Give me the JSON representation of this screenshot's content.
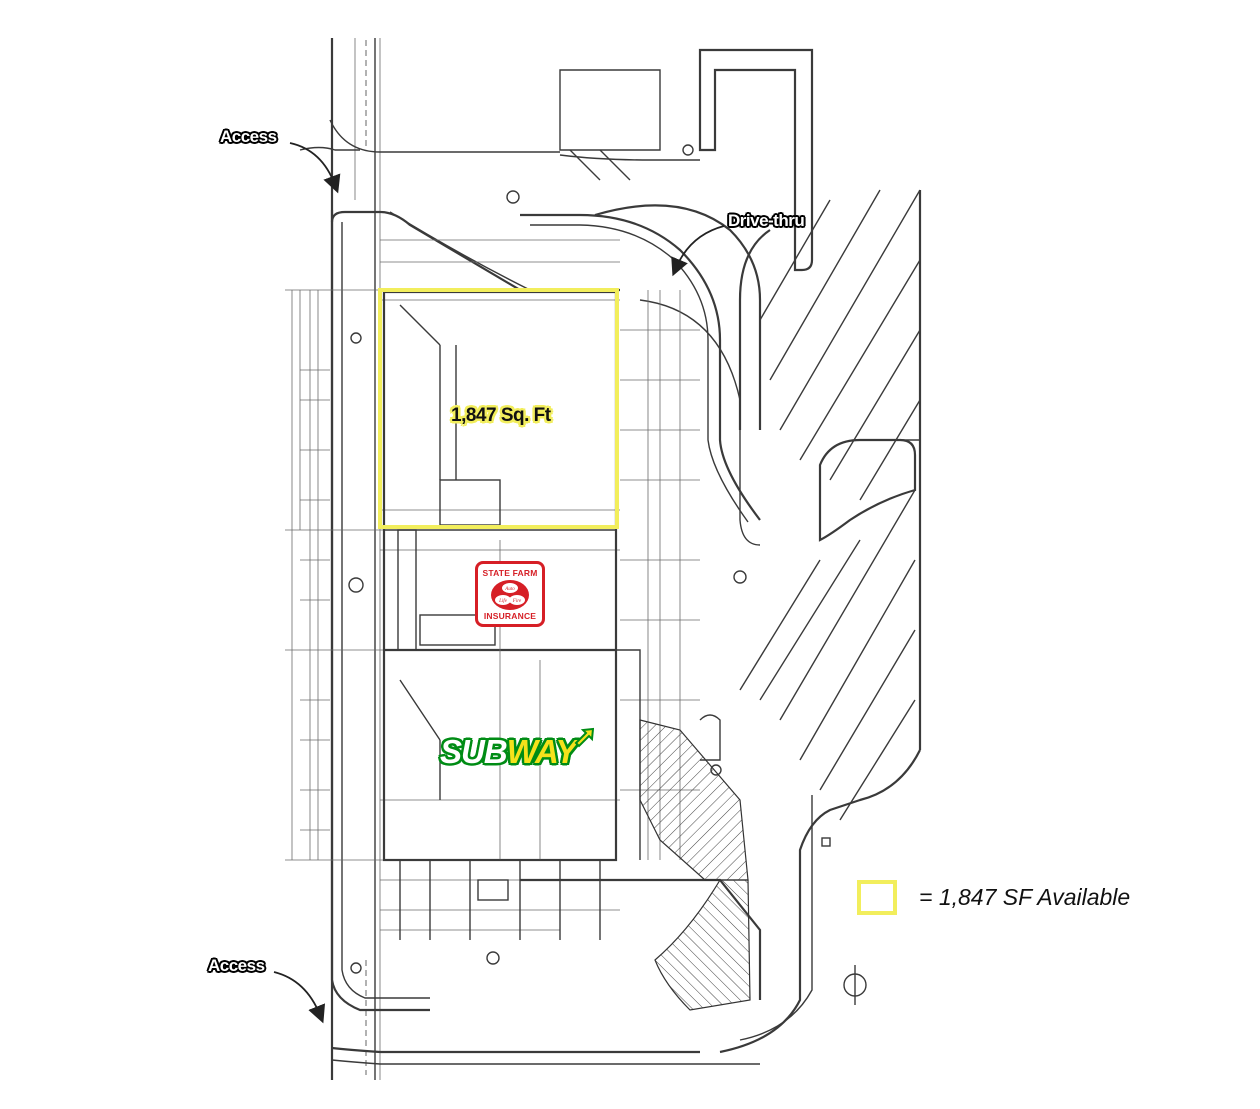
{
  "labels": {
    "access_top": "Access",
    "access_bottom": "Access",
    "drive_thru": "Drive-thru",
    "available_sqft": "1,847 Sq. Ft"
  },
  "legend": {
    "text": "= 1,847 SF Available",
    "swatch_color": "#f2ee5c"
  },
  "tenants": {
    "state_farm": {
      "top": "STATE FARM",
      "bottom": "INSURANCE",
      "ovals": [
        "Auto",
        "Life",
        "Fire"
      ],
      "color": "#d61f26"
    },
    "subway": {
      "part1": "SUB",
      "part2": "WAY",
      "green": "#008c15",
      "yellow": "#f5e21b"
    }
  },
  "colors": {
    "highlight": "#f2ee5c",
    "linework": "#3a3a3a"
  }
}
